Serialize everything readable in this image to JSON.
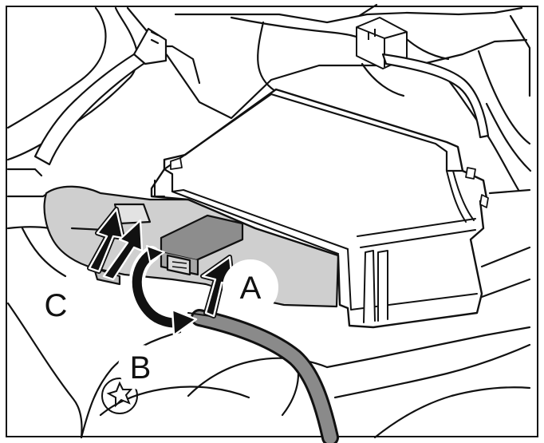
{
  "callouts": {
    "a": "A",
    "b": "B",
    "c": "C"
  },
  "colors": {
    "line": "#111111",
    "panel_gray": "#cfcfcf",
    "dark_gray": "#8d8d8d",
    "white": "#ffffff",
    "cable_gray": "#8a8a8a"
  },
  "icons": {
    "arrow_straight": "arrow-icon",
    "arrow_rotate": "rotate-arrow-icon",
    "connector": "connector-icon",
    "screw": "torx-screw-icon"
  }
}
